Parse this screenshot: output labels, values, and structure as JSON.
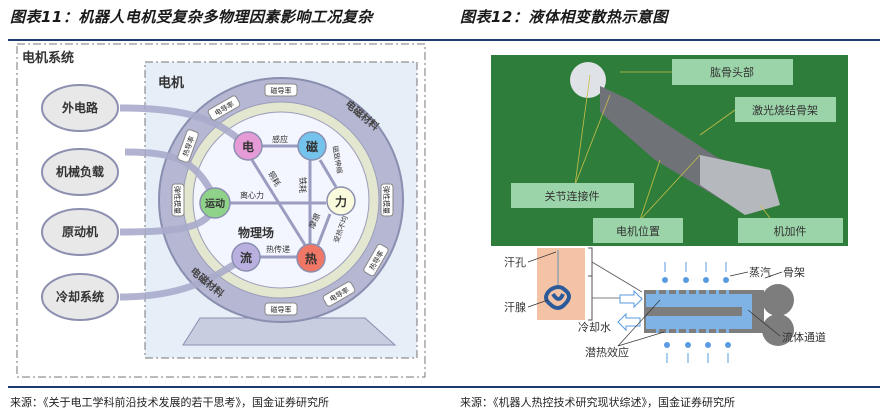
{
  "fig11": {
    "caption": "图表11：机器人电机受复杂多物理因素影响工况复杂",
    "system_label": "电机系统",
    "motor_label": "电机",
    "external": [
      "外电路",
      "机械负载",
      "原动机",
      "冷却系统"
    ],
    "fields": {
      "elec": "电",
      "mag": "磁",
      "force": "力",
      "motion": "运动",
      "flow": "流",
      "heat": "热",
      "center": "物理场"
    },
    "relations": {
      "induction": "感应",
      "copper_loss": "铜耗",
      "iron_loss": "铁耗",
      "centrifugal": "离心力",
      "magnetostriction": "磁致伸缩",
      "friction": "摩擦",
      "heat_transfer": "热传递",
      "uneven_heating": "受热不均"
    },
    "ring": {
      "material": "电磁材料",
      "conductivity": "电导率",
      "permeability": "磁导率",
      "thermal": "热导率",
      "elastic": "弹性模量"
    },
    "source": "来源：《关于电工学科前沿技术发展的若干思考》，国金证券研究所"
  },
  "fig12": {
    "caption": "图表12：液体相变散热示意图",
    "photo_labels": {
      "head": "肱骨头部",
      "skeleton": "激光烧结骨架",
      "joint": "关节连接件",
      "motor": "电机位置",
      "machined": "机加件"
    },
    "diagram_labels": {
      "pore": "汗孔",
      "gland": "汗腺",
      "steam": "蒸汽",
      "bone": "骨架",
      "cooling_water": "冷却水",
      "channel": "流体通道",
      "latent": "潜热效应"
    },
    "source": "来源：《机器人热控技术研究现状综述》，国金证券研究所"
  }
}
